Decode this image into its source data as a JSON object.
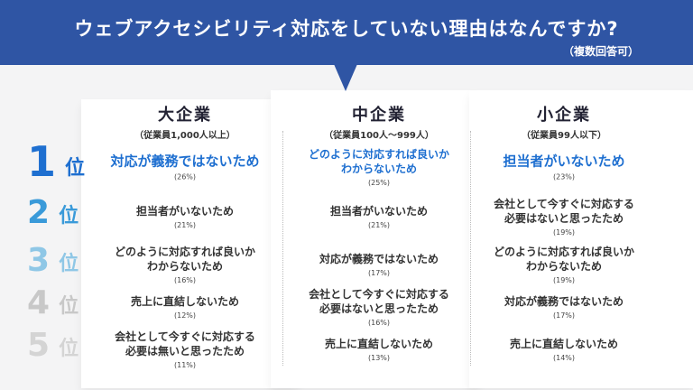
{
  "title": "ウェブアクセシビリティ対応をしていない理由はなんですか?",
  "subtitle": "（複数回答可）",
  "ranks": [
    {
      "num": "1",
      "suffix": "位",
      "color": "#1e6fd0"
    },
    {
      "num": "2",
      "suffix": "位",
      "color": "#3a9ad9"
    },
    {
      "num": "3",
      "suffix": "位",
      "color": "#8fc7e6"
    },
    {
      "num": "4",
      "suffix": "位",
      "color": "#c8c8c8"
    },
    {
      "num": "5",
      "suffix": "位",
      "color": "#d4d4d4"
    }
  ],
  "columns": [
    {
      "name": "大企業",
      "sub": "（従業員1,000人以上）",
      "items": [
        {
          "text": "対応が義務ではないため",
          "pct": "(26%)"
        },
        {
          "text": "担当者がいないため",
          "pct": "(21%)"
        },
        {
          "text": "どのように対応すれば良いか\nわからないため",
          "pct": "(16%)"
        },
        {
          "text": "売上に直結しないため",
          "pct": "(12%)"
        },
        {
          "text": "会社として今すぐに対応する\n必要は無いと思ったため",
          "pct": "(11%)"
        }
      ]
    },
    {
      "name": "中企業",
      "sub": "（従業員100人〜999人）",
      "items": [
        {
          "text": "どのように対応すれば良いか\nわからないため",
          "pct": "(25%)"
        },
        {
          "text": "担当者がいないため",
          "pct": "(21%)"
        },
        {
          "text": "対応が義務ではないため",
          "pct": "(17%)"
        },
        {
          "text": "会社として今すぐに対応する\n必要はないと思ったため",
          "pct": "(16%)"
        },
        {
          "text": "売上に直結しないため",
          "pct": "(13%)"
        }
      ]
    },
    {
      "name": "小企業",
      "sub": "（従業員99人以下）",
      "items": [
        {
          "text": "担当者がいないため",
          "pct": "(23%)"
        },
        {
          "text": "会社として今すぐに対応する\n必要はないと思ったため",
          "pct": "(19%)"
        },
        {
          "text": "どのように対応すれば良いか\nわからないため",
          "pct": "(19%)"
        },
        {
          "text": "対応が義務ではないため",
          "pct": "(17%)"
        },
        {
          "text": "売上に直結しないため",
          "pct": "(14%)"
        }
      ]
    }
  ]
}
